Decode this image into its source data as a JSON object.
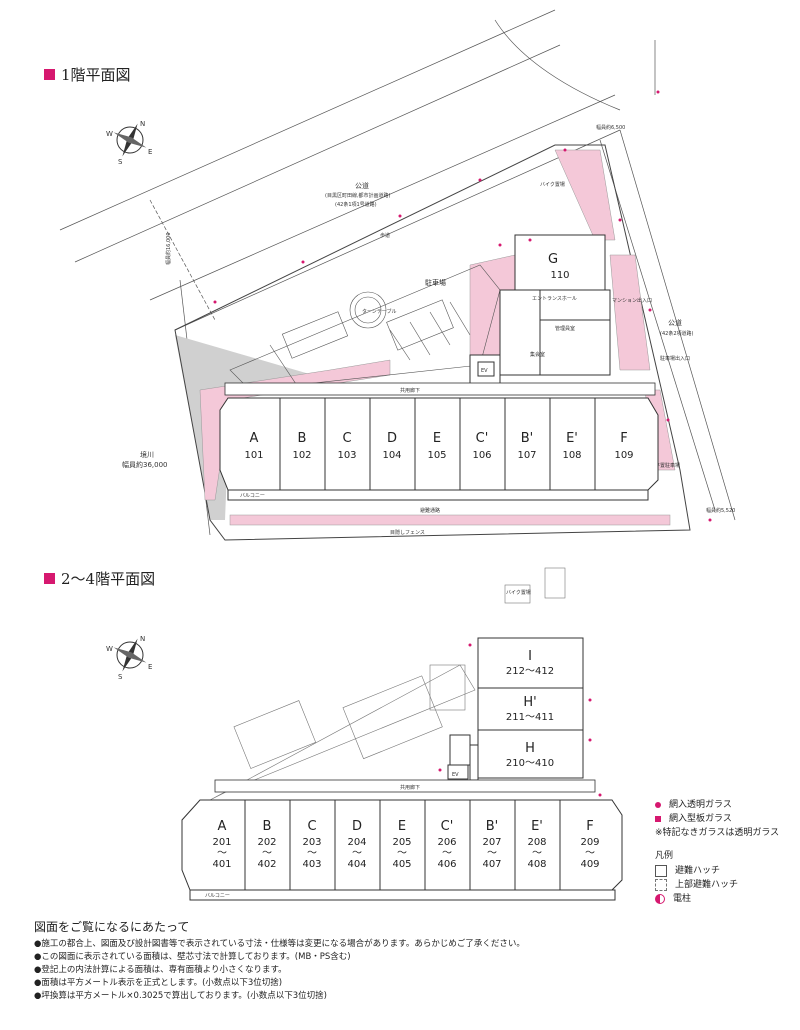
{
  "floor1": {
    "title": "1階平面図",
    "units": [
      {
        "letter": "A",
        "num": "101"
      },
      {
        "letter": "B",
        "num": "102"
      },
      {
        "letter": "C",
        "num": "103"
      },
      {
        "letter": "D",
        "num": "104"
      },
      {
        "letter": "E",
        "num": "105"
      },
      {
        "letter": "C'",
        "num": "106"
      },
      {
        "letter": "B'",
        "num": "107"
      },
      {
        "letter": "E'",
        "num": "108"
      },
      {
        "letter": "F",
        "num": "109"
      },
      {
        "letter": "G",
        "num": "110"
      }
    ],
    "labels": {
      "road_public": "公道",
      "road_public_sub": "(目黒区町田線,都市計画道路)",
      "road_public_sub2": "(42条1項1号道路)",
      "sidewalk": "歩道",
      "river": "境川",
      "river_width": "幅員約36,000",
      "width_top": "幅員約6,500",
      "width_left": "幅員約16,000",
      "width_right": "幅員約5,520",
      "parking": "駐車場",
      "entrance_hall": "エントランスホール",
      "mgmt": "管理員室",
      "meeting": "集会室",
      "turntable": "ターンテーブル",
      "ev": "EV",
      "balcony": "バルコニー",
      "evac": "避難通路",
      "corridor": "共用廊下",
      "fence": "目隠しフェンス",
      "bike": "バイク置場",
      "mansion_entry": "マンション出入口",
      "parking_entry": "駐車場出入口",
      "public_road_right": "公道",
      "public_road_right_sub": "(42条2項道路)",
      "flat_parking": "平置駐車場"
    }
  },
  "floor2": {
    "title": "2〜4階平面図",
    "units": [
      {
        "letter": "A",
        "num1": "201",
        "num2": "401"
      },
      {
        "letter": "B",
        "num1": "202",
        "num2": "402"
      },
      {
        "letter": "C",
        "num1": "203",
        "num2": "403"
      },
      {
        "letter": "D",
        "num1": "204",
        "num2": "404"
      },
      {
        "letter": "E",
        "num1": "205",
        "num2": "405"
      },
      {
        "letter": "C'",
        "num1": "206",
        "num2": "406"
      },
      {
        "letter": "B'",
        "num1": "207",
        "num2": "407"
      },
      {
        "letter": "E'",
        "num1": "208",
        "num2": "408"
      },
      {
        "letter": "F",
        "num1": "209",
        "num2": "409"
      }
    ],
    "tower": [
      {
        "letter": "I",
        "num": "212〜412"
      },
      {
        "letter": "H'",
        "num": "211〜411"
      },
      {
        "letter": "H",
        "num": "210〜410"
      }
    ],
    "tilde": "〜",
    "labels": {
      "corridor": "共用廊下",
      "balcony": "バルコニー",
      "ev": "EV",
      "bike": "バイク置場"
    }
  },
  "legend": {
    "glass1": "網入透明ガラス",
    "glass2": "網入型板ガラス",
    "note": "※特記なきガラスは透明ガラス",
    "title": "凡例",
    "hatch": "避難ハッチ",
    "hatch_upper": "上部避難ハッチ",
    "pole": "電柱",
    "accent": "#d6186f",
    "pink": "#f4c8d8"
  },
  "notes": {
    "title": "図面をご覧になるにあたって",
    "items": [
      "●施工の都合上、図面及び設計図書等で表示されている寸法・仕様等は変更になる場合があります。あらかじめご了承ください。",
      "●この図面に表示されている面積は、壁芯寸法で計算しております。(MB・PS含む)",
      "●登記上の内法計算による面積は、専有面積より小さくなります。",
      "●面積は平方メートル表示を正式とします。(小数点以下3位切捨)",
      "●坪換算は平方メートル×0.3025で算出しております。(小数点以下3位切捨)"
    ]
  }
}
